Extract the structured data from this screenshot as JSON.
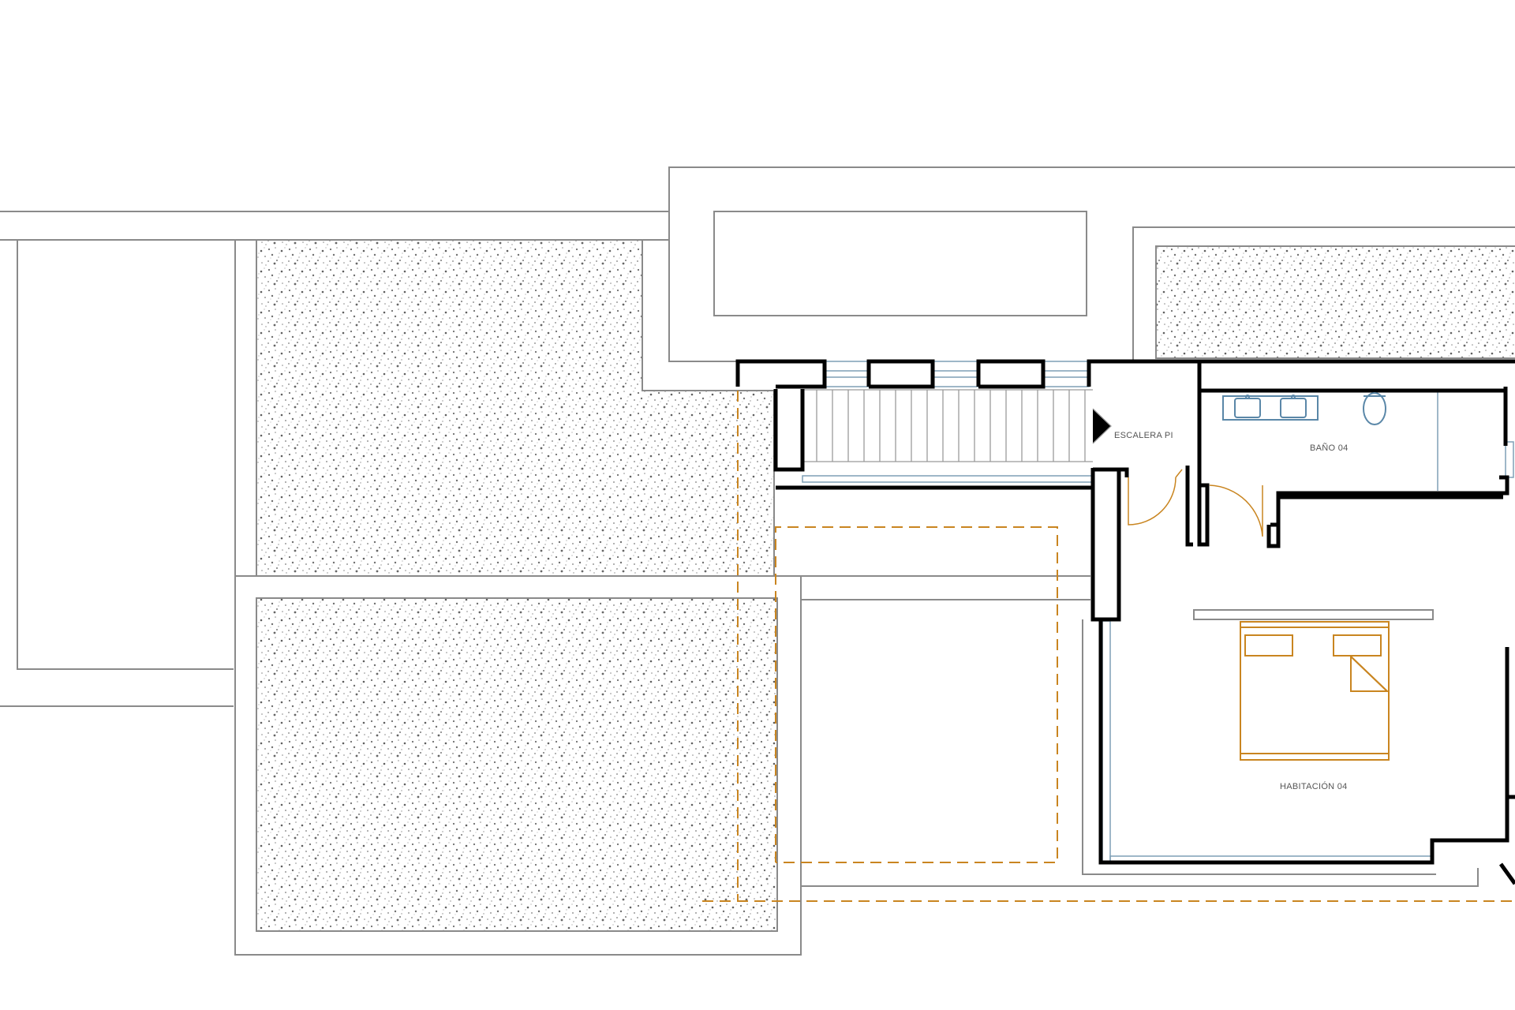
{
  "plan": {
    "labels": {
      "stair": "ESCALERA PI",
      "bathroom": "BAÑO 04",
      "bedroom": "HABITACIÓN 04"
    },
    "colors": {
      "wall": "#000000",
      "outline": "#8a8a8a",
      "glazing": "#7f9fb5",
      "furniture": "#c98520",
      "fixtures": "#5a87a8",
      "gravel": "#6e6e6e"
    }
  }
}
